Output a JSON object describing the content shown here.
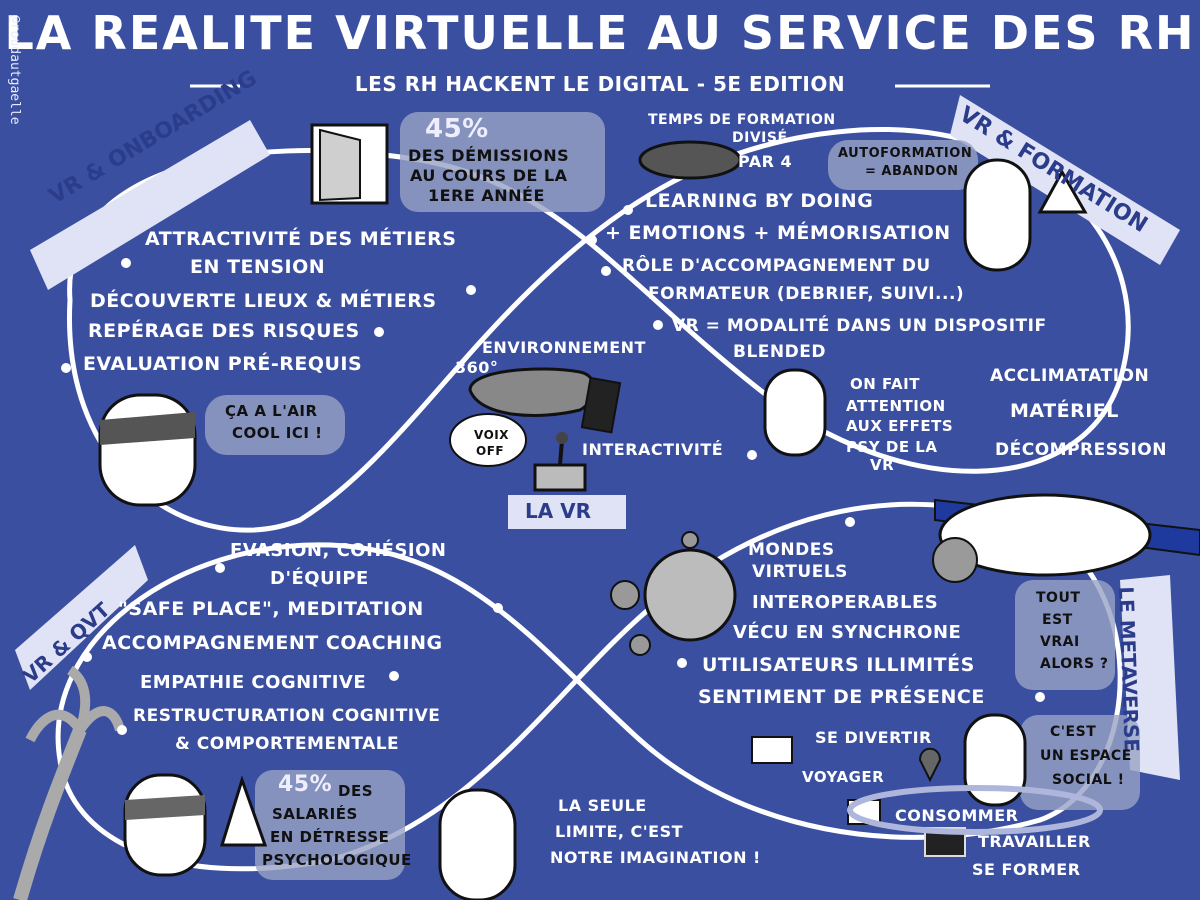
{
  "header": {
    "title": "LA REALITE VIRTUELLE AU SERVICE DES RH",
    "subtitle": "LES RH HACKENT LE DIGITAL  -  5E EDITION"
  },
  "credit": "@roudautgaelle",
  "banners": {
    "onboarding": "VR & ONBOARDING",
    "formation": "VR & FORMATION",
    "qvt": "VR & QVT",
    "metaverse": "LE METAVERSE",
    "center": "LA VR"
  },
  "onboarding": {
    "stat_value": "45%",
    "stat_text": [
      "DES DÉMISSIONS",
      "AU COURS DE LA",
      "1ERE ANNÉE"
    ],
    "points": [
      "ATTRACTIVITÉ DES MÉTIERS",
      "EN TENSION",
      "DÉCOUVERTE LIEUX & MÉTIERS",
      "REPÉRAGE DES RISQUES",
      "EVALUATION PRÉ-REQUIS"
    ],
    "bubble": [
      "ÇA A L'AIR",
      "COOL ICI !"
    ]
  },
  "formation": {
    "time": [
      "TEMPS DE FORMATION",
      "DIVISÉ",
      "PAR 4"
    ],
    "autoformation": [
      "AUTOFORMATION",
      "= ABANDON"
    ],
    "points": [
      "LEARNING BY DOING",
      "+ EMOTIONS + MÉMORISATION",
      "RÔLE D'ACCOMPAGNEMENT DU",
      "FORMATEUR (DEBRIEF, SUIVI...)",
      "VR = MODALITÉ DANS UN DISPOSITIF",
      "BLENDED"
    ],
    "attention": [
      "ON FAIT",
      "ATTENTION",
      "AUX EFFETS",
      "PSY DE LA",
      "VR"
    ],
    "effects": [
      "ACCLIMATATION",
      "MATÉRIEL",
      "DÉCOMPRESSION"
    ]
  },
  "center": {
    "environment": [
      "ENVIRONNEMENT",
      "360°"
    ],
    "interactivity": "INTERACTIVITÉ",
    "voice": [
      "VOIX",
      "OFF"
    ]
  },
  "qvt": {
    "points": [
      "EVASION, COHÉSION",
      "D'ÉQUIPE",
      "\"SAFE PLACE\", MEDITATION",
      "ACCOMPAGNEMENT COACHING",
      "EMPATHIE COGNITIVE",
      "RESTRUCTURATION COGNITIVE",
      "& COMPORTEMENTALE"
    ],
    "stat_value": "45%",
    "stat_text": [
      "DES",
      "SALARIÉS",
      "EN DÉTRESSE",
      "PSYCHOLOGIQUE"
    ]
  },
  "metaverse": {
    "points": [
      "MONDES",
      "VIRTUELS",
      "INTEROPERABLES",
      "VÉCU EN SYNCHRONE",
      "UTILISATEURS ILLIMITÉS",
      "SENTIMENT DE PRÉSENCE"
    ],
    "question": [
      "TOUT",
      "EST",
      "VRAI",
      "ALORS ?"
    ],
    "activities": [
      "SE DIVERTIR",
      "VOYAGER",
      "CONSOMMER",
      "TRAVAILLER",
      "SE FORMER"
    ],
    "social": [
      "C'EST",
      "UN ESPACE",
      "SOCIAL !"
    ]
  },
  "footer": {
    "quote": [
      "LA SEULE",
      "LIMITE, C'EST",
      "NOTRE IMAGINATION !"
    ]
  },
  "colors": {
    "background": "#3b4fa0",
    "banner": "#dfe3f5",
    "ink": "#ffffff",
    "box": "#9aa3c6"
  }
}
